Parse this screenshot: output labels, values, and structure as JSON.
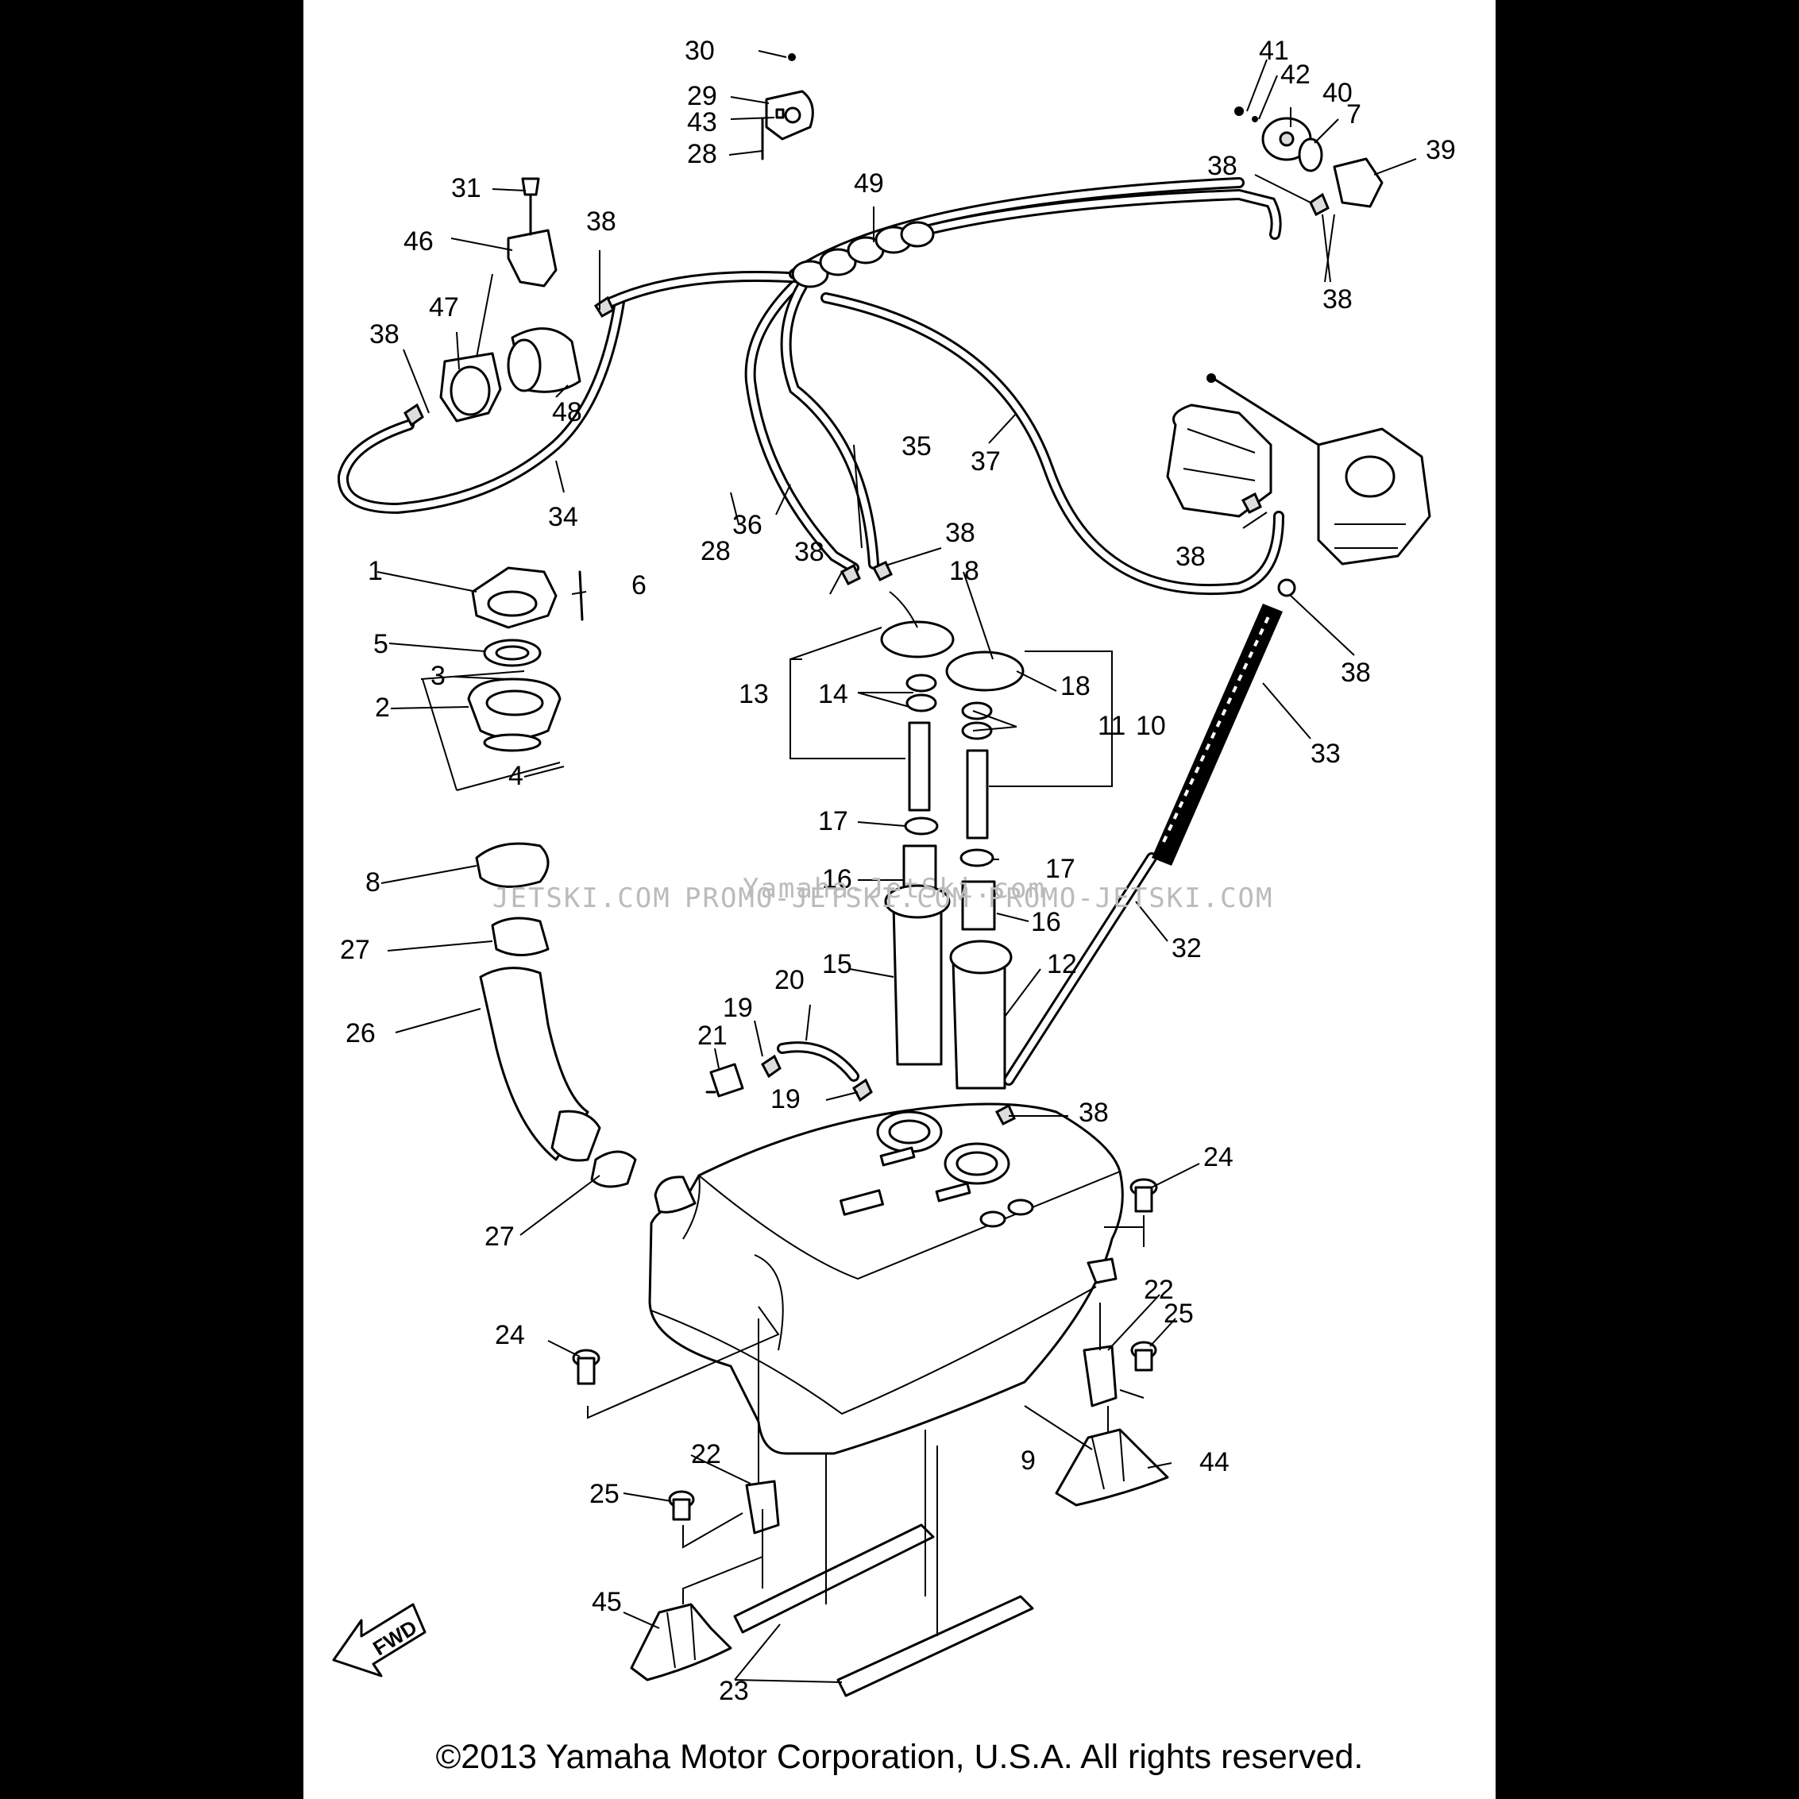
{
  "callouts": [
    {
      "id": "1",
      "label": "1"
    },
    {
      "id": "2",
      "label": "2"
    },
    {
      "id": "3",
      "label": "3"
    },
    {
      "id": "4",
      "label": "4"
    },
    {
      "id": "5",
      "label": "5"
    },
    {
      "id": "6",
      "label": "6"
    },
    {
      "id": "7",
      "label": "7"
    },
    {
      "id": "8",
      "label": "8"
    },
    {
      "id": "9",
      "label": "9"
    },
    {
      "id": "10",
      "label": "10"
    },
    {
      "id": "11",
      "label": "11"
    },
    {
      "id": "12",
      "label": "12"
    },
    {
      "id": "13",
      "label": "13"
    },
    {
      "id": "14",
      "label": "14"
    },
    {
      "id": "15",
      "label": "15"
    },
    {
      "id": "16a",
      "label": "16"
    },
    {
      "id": "16b",
      "label": "16"
    },
    {
      "id": "17a",
      "label": "17"
    },
    {
      "id": "17b",
      "label": "17"
    },
    {
      "id": "18a",
      "label": "18"
    },
    {
      "id": "18b",
      "label": "18"
    },
    {
      "id": "19a",
      "label": "19"
    },
    {
      "id": "19b",
      "label": "19"
    },
    {
      "id": "20",
      "label": "20"
    },
    {
      "id": "21",
      "label": "21"
    },
    {
      "id": "22a",
      "label": "22"
    },
    {
      "id": "22b",
      "label": "22"
    },
    {
      "id": "23",
      "label": "23"
    },
    {
      "id": "24a",
      "label": "24"
    },
    {
      "id": "24b",
      "label": "24"
    },
    {
      "id": "25a",
      "label": "25"
    },
    {
      "id": "25b",
      "label": "25"
    },
    {
      "id": "26",
      "label": "26"
    },
    {
      "id": "27a",
      "label": "27"
    },
    {
      "id": "27b",
      "label": "27"
    },
    {
      "id": "28a",
      "label": "28"
    },
    {
      "id": "28b",
      "label": "28"
    },
    {
      "id": "29",
      "label": "29"
    },
    {
      "id": "30",
      "label": "30"
    },
    {
      "id": "31",
      "label": "31"
    },
    {
      "id": "32",
      "label": "32"
    },
    {
      "id": "33",
      "label": "33"
    },
    {
      "id": "34",
      "label": "34"
    },
    {
      "id": "35",
      "label": "35"
    },
    {
      "id": "36",
      "label": "36"
    },
    {
      "id": "37",
      "label": "37"
    },
    {
      "id": "38a",
      "label": "38"
    },
    {
      "id": "38b",
      "label": "38"
    },
    {
      "id": "38c",
      "label": "38"
    },
    {
      "id": "38d",
      "label": "38"
    },
    {
      "id": "38e",
      "label": "38"
    },
    {
      "id": "38f",
      "label": "38"
    },
    {
      "id": "38g",
      "label": "38"
    },
    {
      "id": "38h",
      "label": "38"
    },
    {
      "id": "38i",
      "label": "38"
    },
    {
      "id": "39",
      "label": "39"
    },
    {
      "id": "40",
      "label": "40"
    },
    {
      "id": "41",
      "label": "41"
    },
    {
      "id": "42",
      "label": "42"
    },
    {
      "id": "43",
      "label": "43"
    },
    {
      "id": "44",
      "label": "44"
    },
    {
      "id": "45",
      "label": "45"
    },
    {
      "id": "46",
      "label": "46"
    },
    {
      "id": "47",
      "label": "47"
    },
    {
      "id": "48",
      "label": "48"
    },
    {
      "id": "49",
      "label": "49"
    }
  ],
  "direction_marker": "FWD",
  "watermark": {
    "left": "JETSKI.COM",
    "right": "PROMO-JETSKI.COM   PROMO-JETSKI.COM",
    "overlay": "Yamaha-JetSki.com"
  },
  "copyright": "©2013 Yamaha Motor Corporation, U.S.A. All rights reserved."
}
